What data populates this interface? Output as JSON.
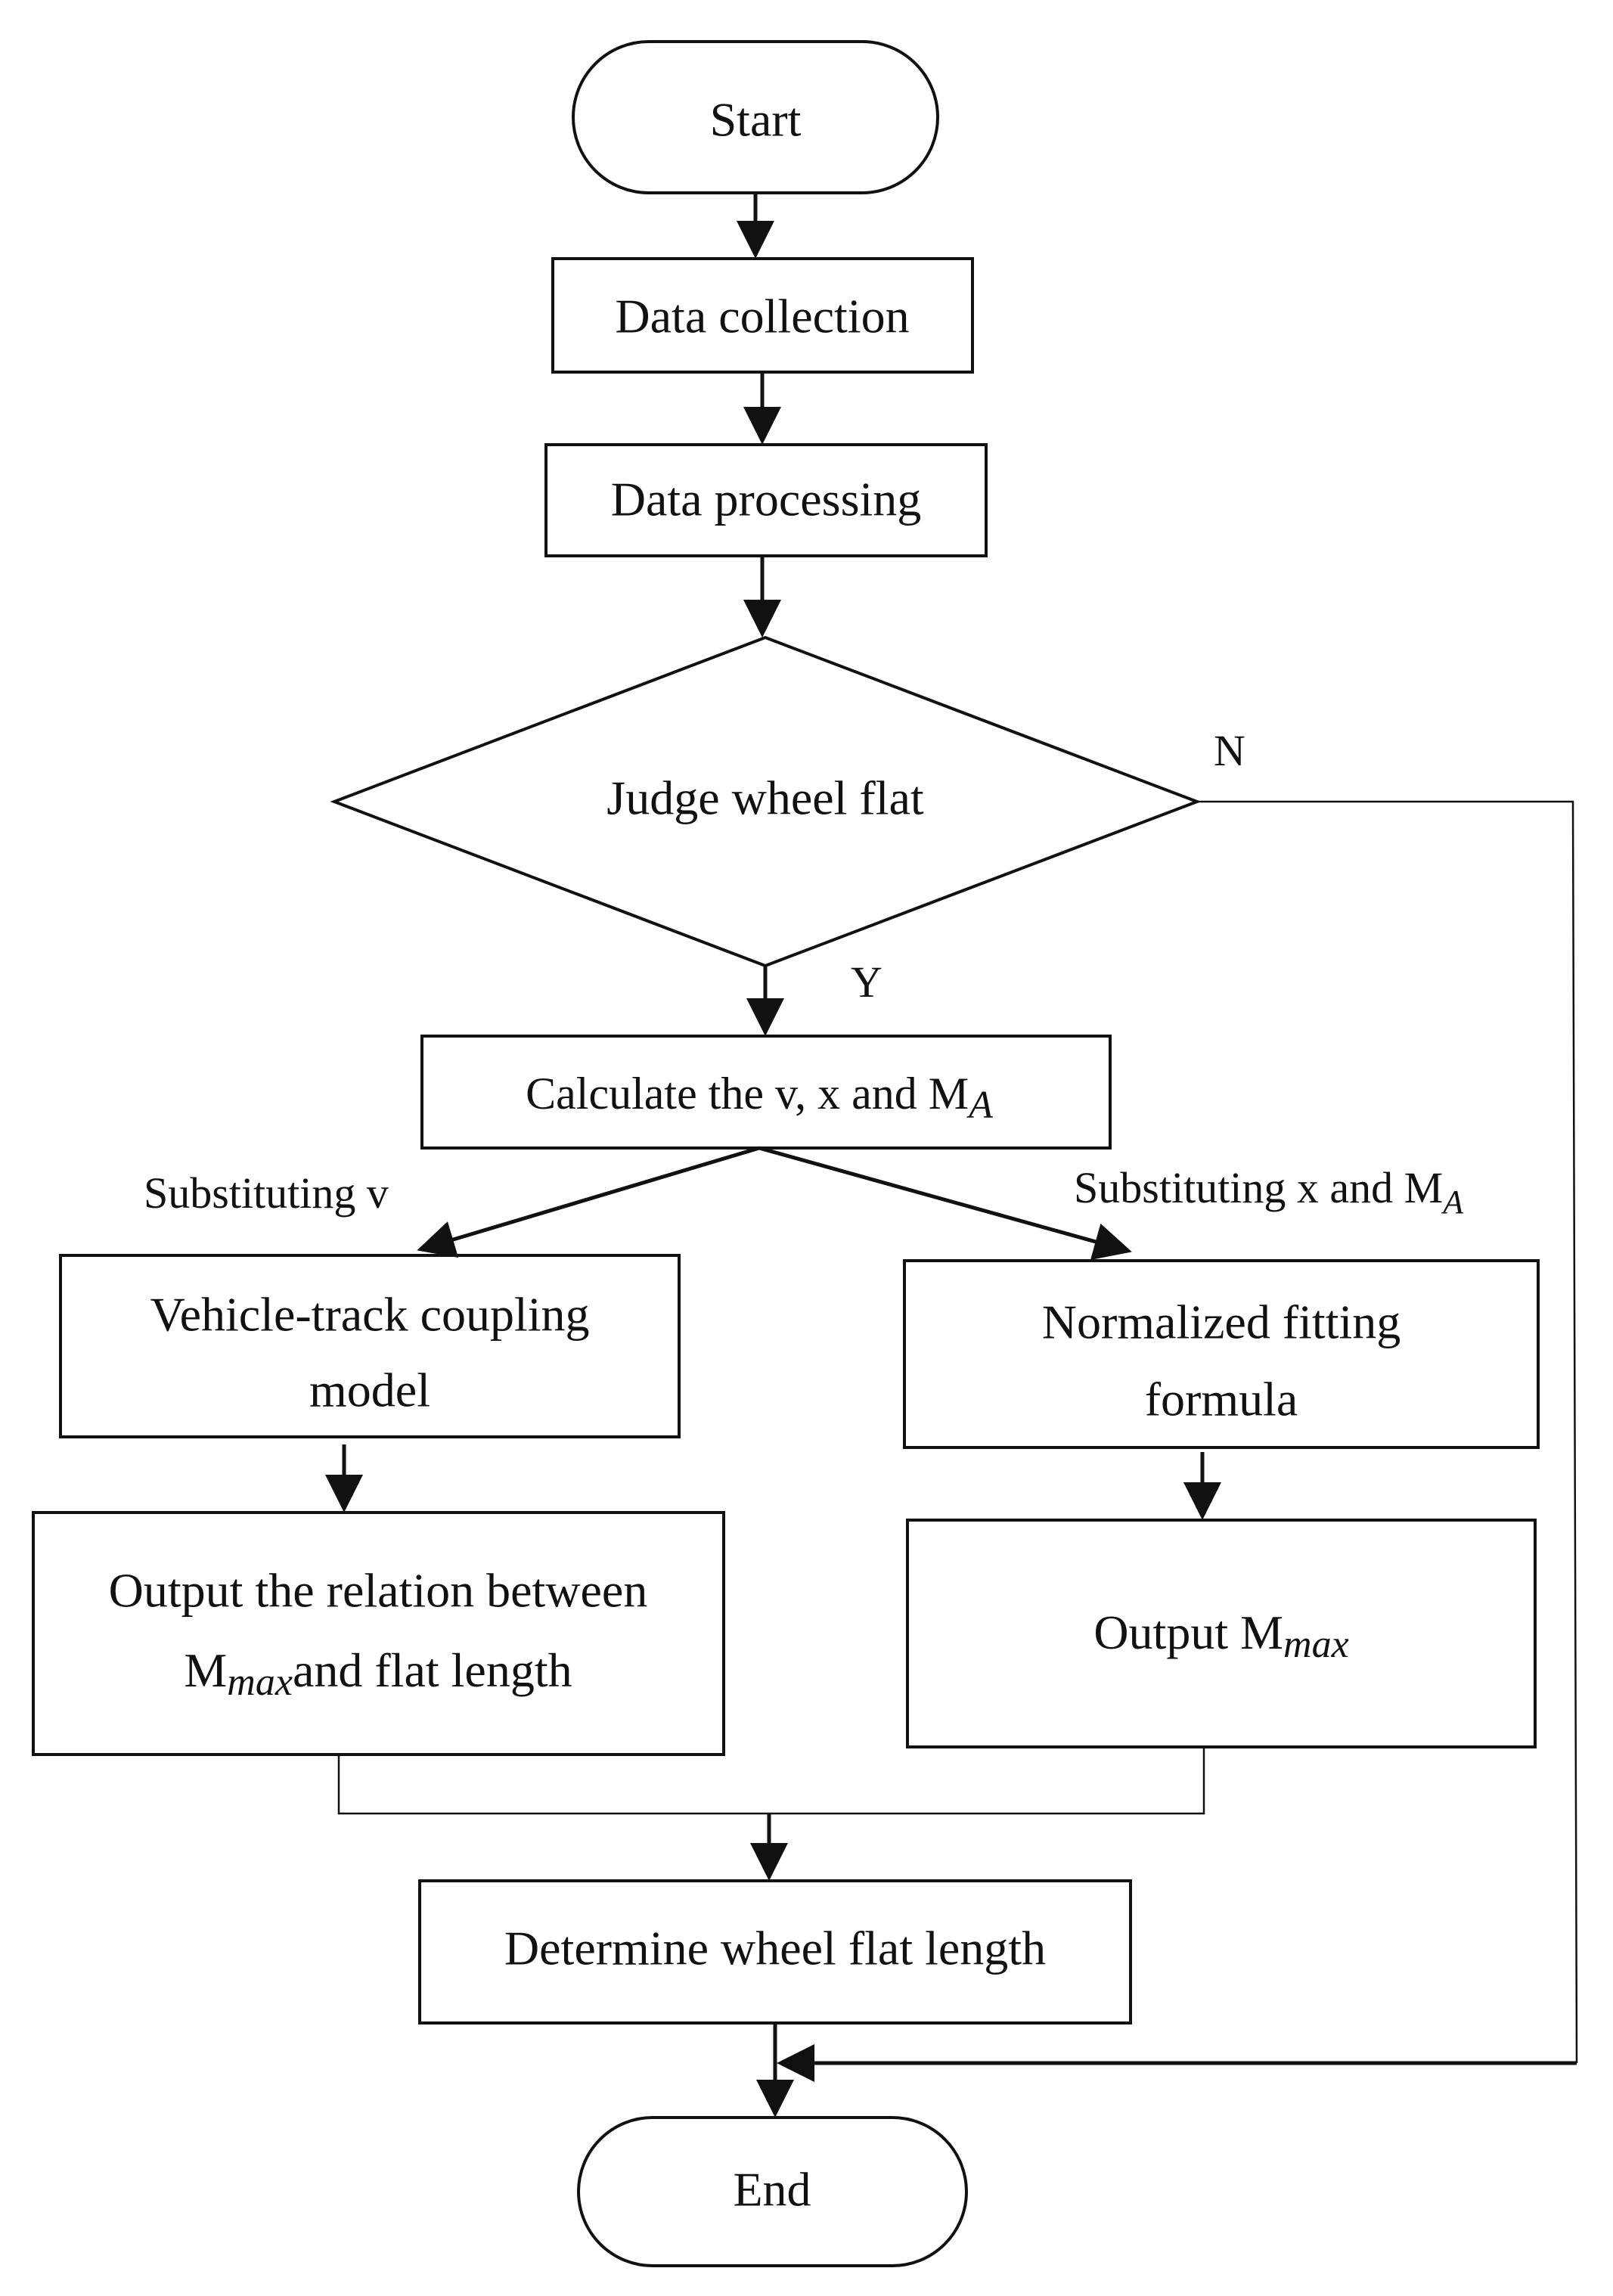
{
  "nodes": {
    "start": "Start",
    "collect": "Data collection",
    "process": "Data processing",
    "judge": "Judge wheel flat",
    "calc": {
      "text": "Calculate the v, x and M",
      "sub": "A"
    },
    "coupling": {
      "line1": "Vehicle-track coupling",
      "line2": "model"
    },
    "fitting": {
      "line1": "Normalized fitting",
      "line2": "formula"
    },
    "relation": {
      "line1": "Output the relation between",
      "line2_m": "M",
      "line2_sub": "max",
      "line2_rest": "and flat length"
    },
    "output": {
      "text": "Output M",
      "sub": "max"
    },
    "determine": "Determine wheel flat length",
    "end": "End"
  },
  "labels": {
    "no": "N",
    "yes": "Y",
    "sub_v": "Substituting v",
    "sub_xm": {
      "text": "Substituting x and M",
      "sub": "A"
    }
  }
}
